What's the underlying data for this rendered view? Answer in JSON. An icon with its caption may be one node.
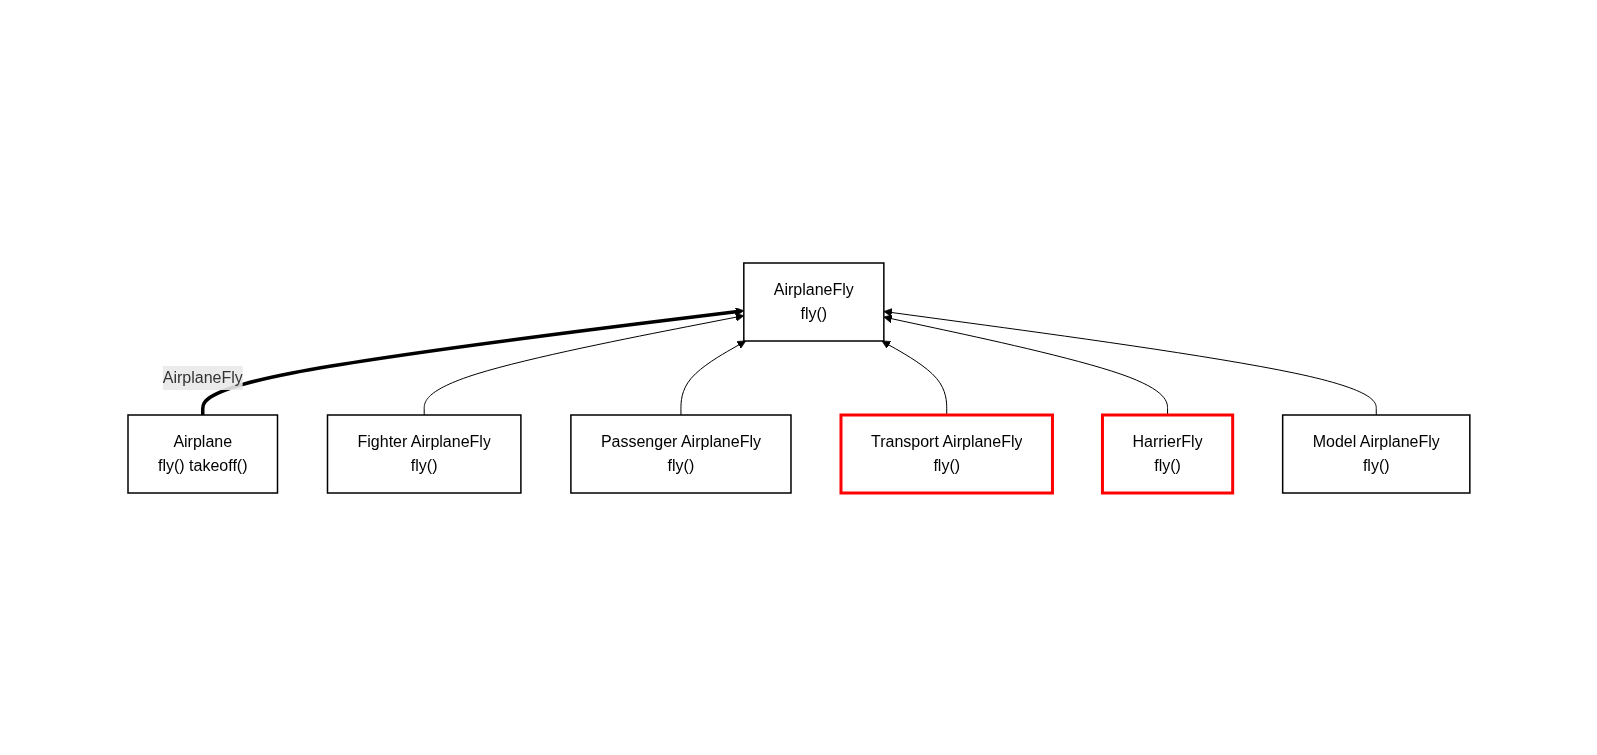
{
  "diagram": {
    "nodes": [
      {
        "text": [
          "Airplane",
          "fly() takeoff()"
        ]
      },
      {
        "text": [
          "AirplaneFly",
          "fly()"
        ]
      },
      {
        "text": [
          "Fighter AirplaneFly",
          "fly()"
        ]
      },
      {
        "text": [
          "Passenger AirplaneFly",
          "fly()"
        ]
      },
      {
        "text": [
          "Transport AirplaneFly",
          "fly()"
        ]
      },
      {
        "text": [
          "HarrierFly",
          "fly()"
        ]
      },
      {
        "text": [
          "Model AirplaneFly",
          "fly()"
        ]
      }
    ],
    "edges": [
      {
        "from": 0,
        "to": 1,
        "arrow": "to",
        "label": "AirplaneFly",
        "style": "thick"
      },
      {
        "from": 2,
        "to": 1,
        "arrow": "to"
      },
      {
        "from": 3,
        "to": 1,
        "arrow": "to"
      },
      {
        "from": 4,
        "to": 1,
        "arrow": "to"
      },
      {
        "from": 5,
        "to": 1,
        "arrow": "to"
      },
      {
        "from": 6,
        "to": 1,
        "arrow": "to"
      }
    ]
  }
}
